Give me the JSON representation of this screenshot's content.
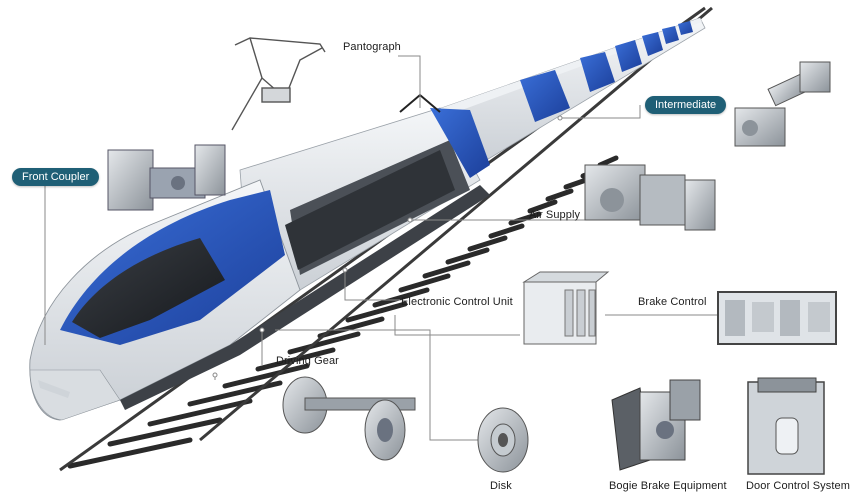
{
  "components": {
    "pantograph": "Pantograph",
    "intermediate": "Intermediate",
    "front_coupler": "Front Coupler",
    "air_supply": "Air Supply",
    "electronic_control_unit": "Electronic Control Unit",
    "brake_control": "Brake Control",
    "driving_gear": "Driving Gear",
    "disk": "Disk",
    "bogie_brake_equipment": "Bogie Brake Equipment",
    "door_control_system": "Door Control System"
  },
  "colors": {
    "train_blue": "#2a55b8",
    "callout_pill": "#1f5f76",
    "leader_line": "#8a8a8a"
  }
}
